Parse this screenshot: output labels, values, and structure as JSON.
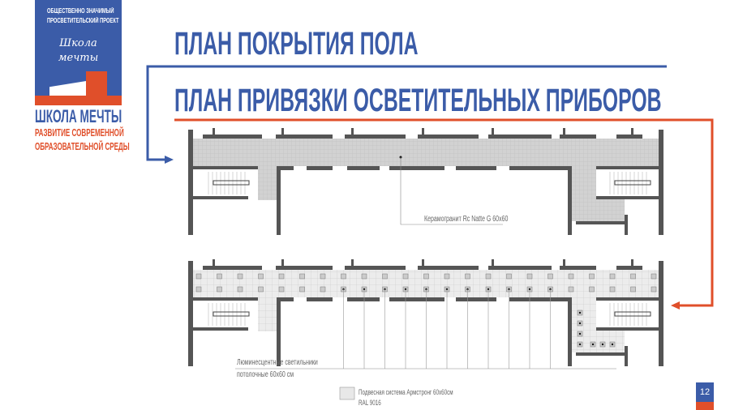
{
  "logo": {
    "line1": "ОБЩЕСТВЕННО ЗНАЧИМЫЙ",
    "line2": "ПРОСВЕТИТЕЛЬСКИЙ ПРОЕКТ",
    "script1": "Школа",
    "script2": "мечты"
  },
  "brand": {
    "name": "ШКОЛА МЕЧТЫ",
    "tagline1": "РАЗВИТИЕ СОВРЕМЕННОЙ",
    "tagline2": "ОБРАЗОВАТЕЛЬНОЙ СРЕДЫ"
  },
  "titles": {
    "floor": "ПЛАН ПОКРЫТИЯ ПОЛА",
    "lighting": "ПЛАН ПРИВЯЗКИ ОСВЕТИТЕЛЬНЫХ ПРИБОРОВ"
  },
  "notes": {
    "floor_material": "Керамогранит Rc Natte G 60x60",
    "lights_1": "Люминесцентные светильники",
    "lights_2": "потолочные 60x60 см",
    "ceiling_1": "Подвесная система Армстронг 60x60см",
    "ceiling_2": "RAL 9016"
  },
  "page_number": "12",
  "colors": {
    "blue": "#3b5ca8",
    "red": "#e04f2a",
    "floor": "#d2d2d2",
    "wall": "#555555"
  }
}
